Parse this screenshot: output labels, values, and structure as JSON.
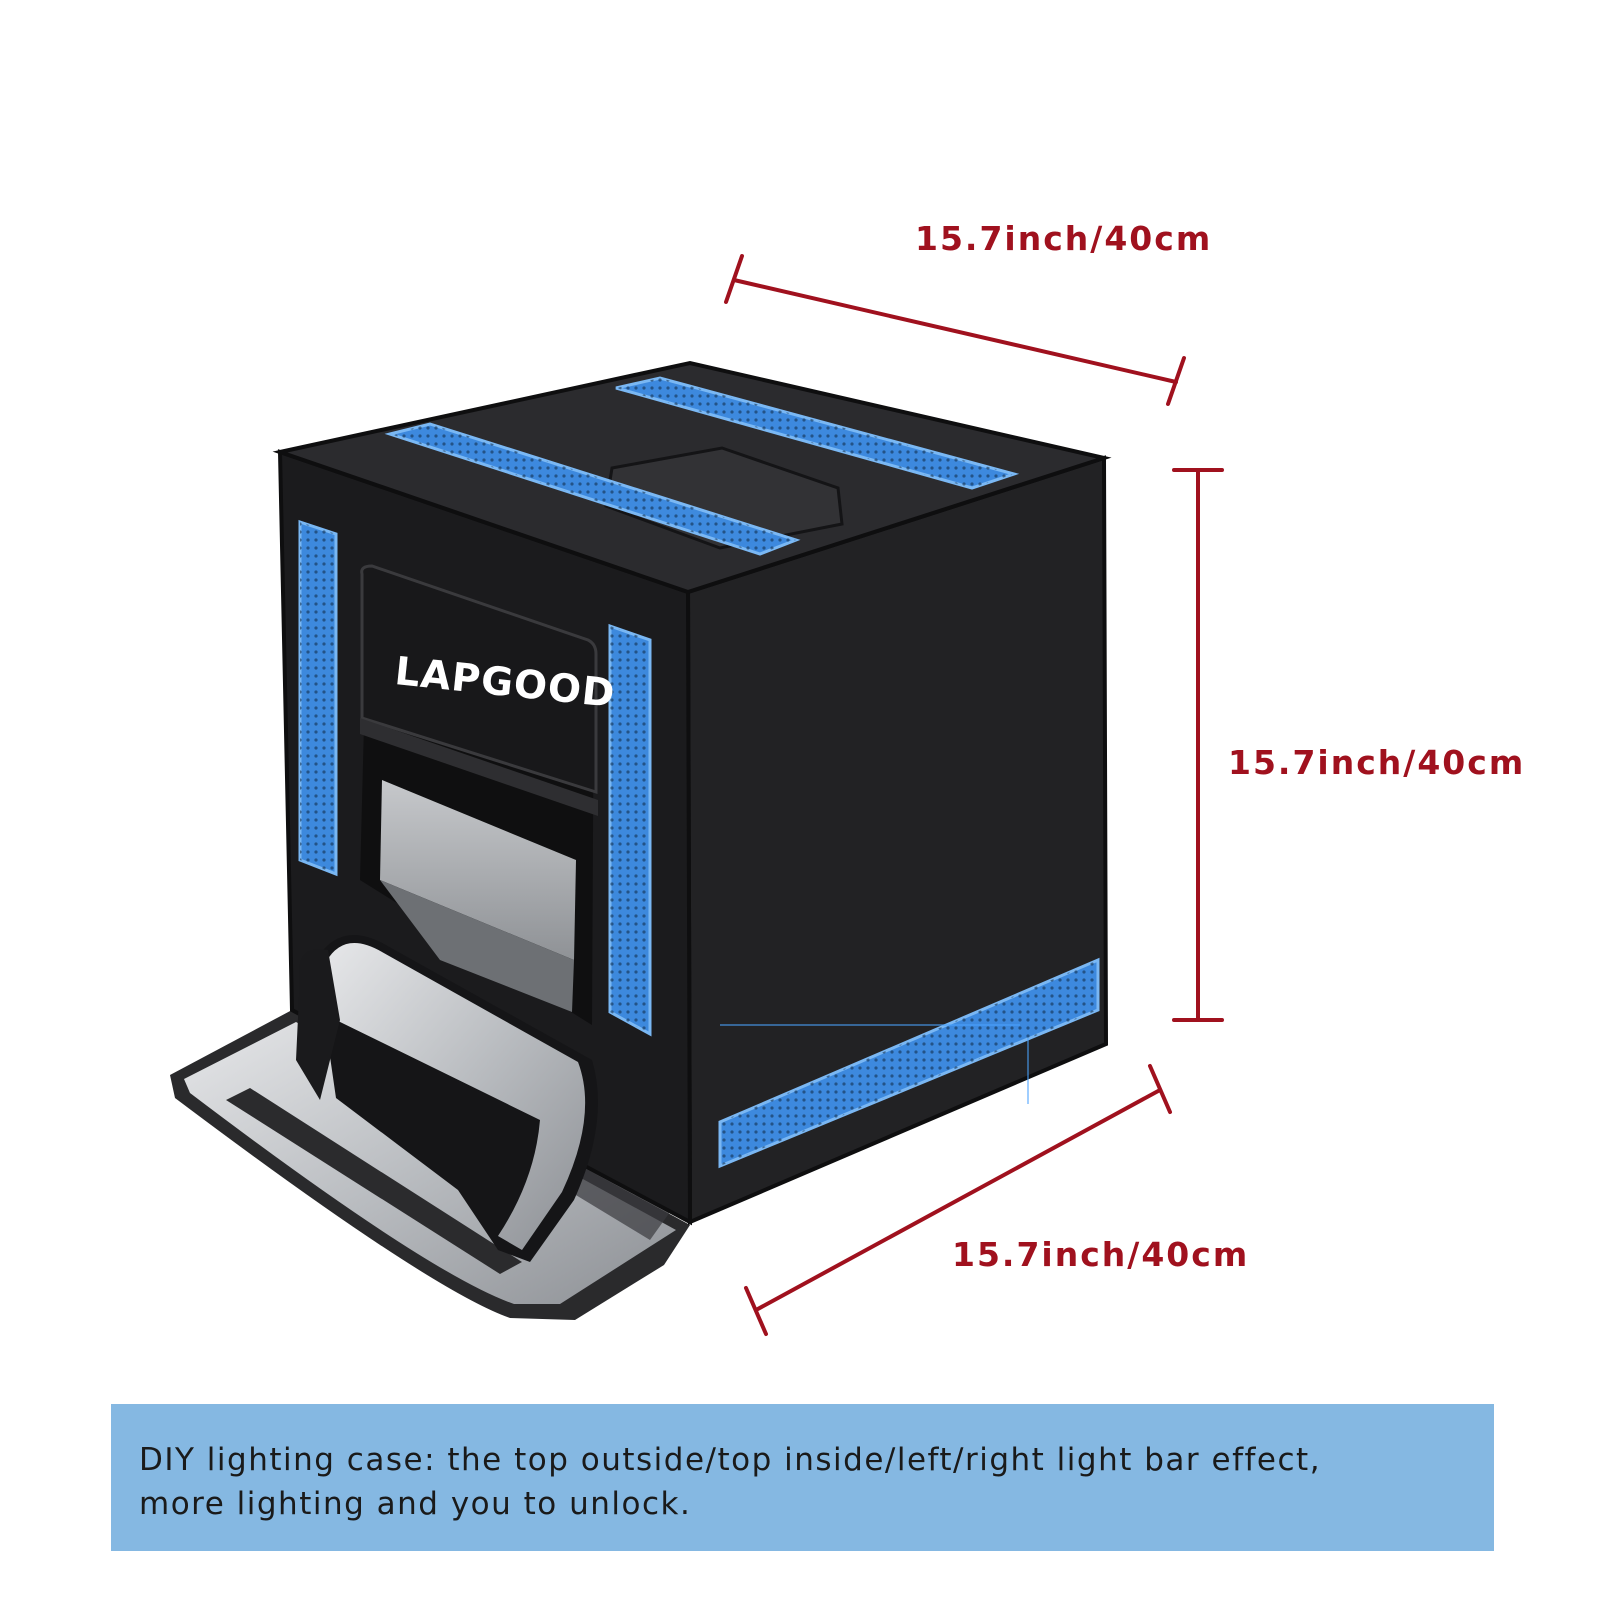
{
  "dimensions": {
    "width": "15.7inch/40cm",
    "height": "15.7inch/40cm",
    "depth": "15.7inch/40cm"
  },
  "brand": {
    "logo_text": "LAPGOOD"
  },
  "caption": {
    "line1": "DIY lighting case: the top outside/top inside/left/right light bar effect,",
    "line2": "more lighting and you to unlock."
  },
  "colors": {
    "dimension": "#a0111e",
    "box_dark": "#1f1f21",
    "light_bar": "#3f8fe8",
    "caption_bg": "#85b8e2",
    "silver": "#c9cbce"
  }
}
